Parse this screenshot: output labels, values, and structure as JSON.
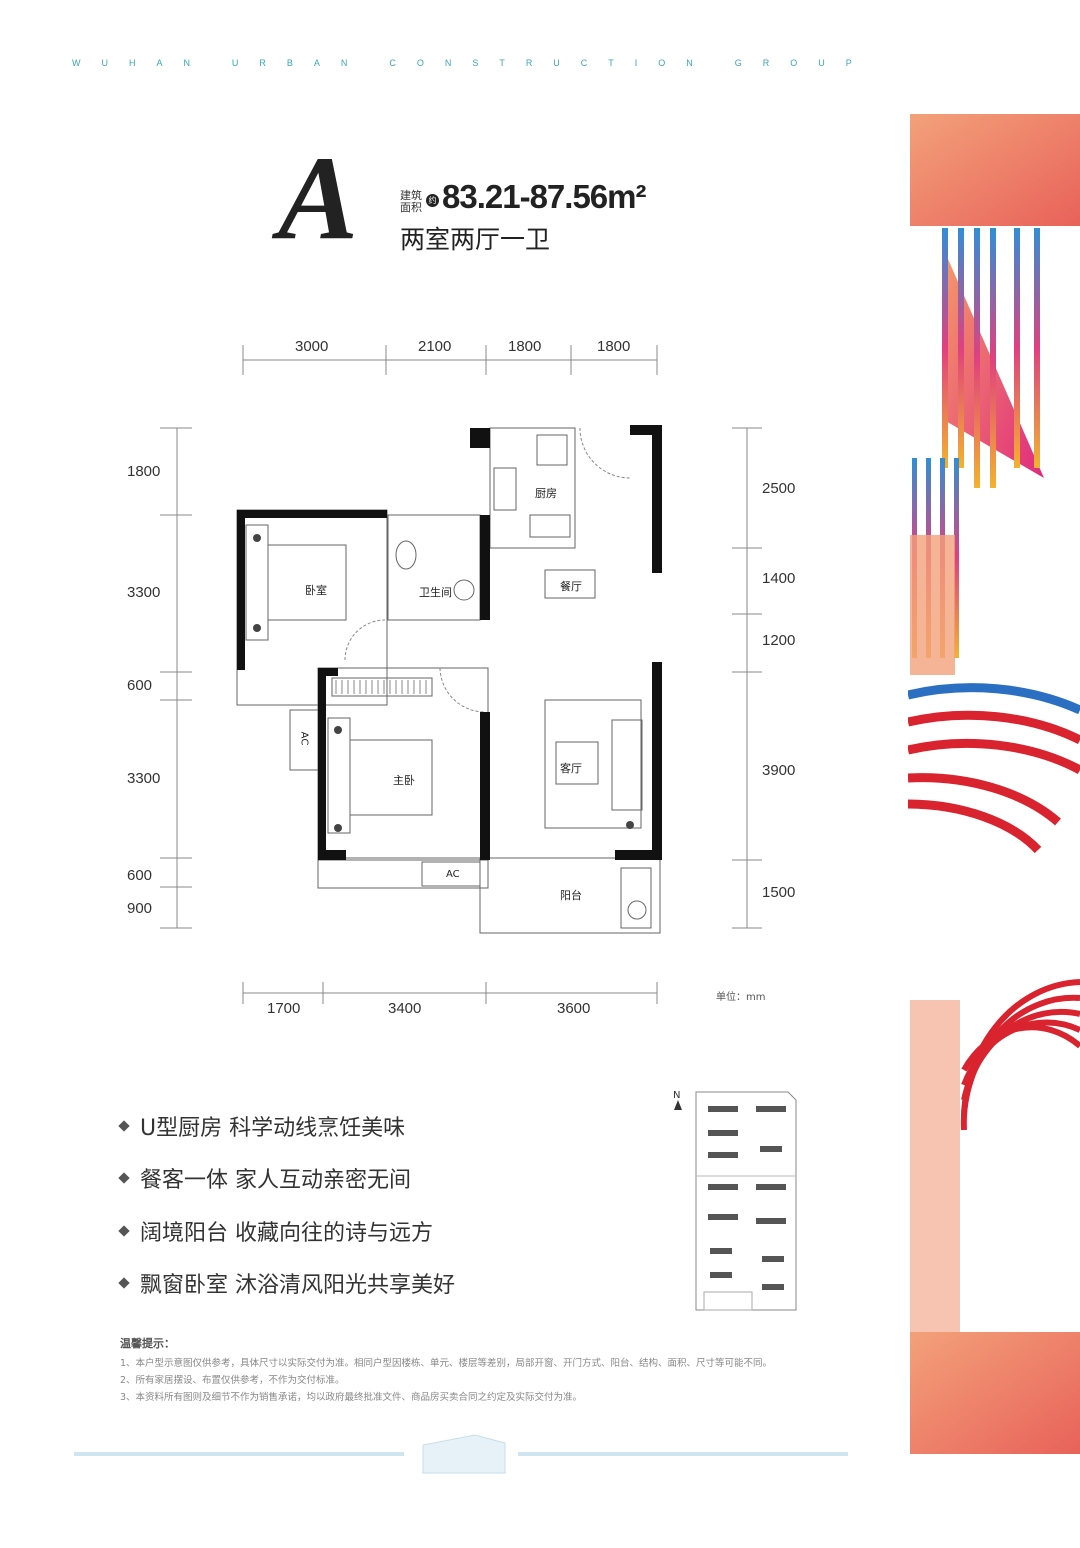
{
  "brand_letters": [
    "W",
    "U",
    "H",
    "A",
    "N",
    " ",
    "U",
    "R",
    "B",
    "A",
    "N",
    " ",
    "C",
    "O",
    "N",
    "S",
    "T",
    "R",
    "U",
    "C",
    "T",
    "I",
    "O",
    "N",
    " ",
    "G",
    "R",
    "O",
    "U",
    "P"
  ],
  "unit_type": "A",
  "area_label": "建筑面积",
  "area_approx": "约",
  "area_value": "83.21-87.56m²",
  "layout_name": "两室两厅一卫",
  "dims_top": [
    "3000",
    "2100",
    "1800",
    "1800"
  ],
  "dims_bottom": [
    "1700",
    "3400",
    "3600"
  ],
  "dims_left": [
    "1800",
    "3300",
    "600",
    "3300",
    "600",
    "900"
  ],
  "dims_right": [
    "2500",
    "1400",
    "1200",
    "3900",
    "1500"
  ],
  "rooms": {
    "kitchen": "厨房",
    "bedroom": "卧室",
    "bathroom": "卫生间",
    "dining": "餐厅",
    "master": "主卧",
    "living": "客厅",
    "balcony": "阳台",
    "ac1": "AC",
    "ac2": "AC"
  },
  "unit_note": "单位：mm",
  "compass": "N",
  "features": [
    "U型厨房  科学动线烹饪美味",
    "餐客一体  家人互动亲密无间",
    "阔境阳台  收藏向往的诗与远方",
    "飘窗卧室  沐浴清风阳光共享美好"
  ],
  "notes_title": "温馨提示：",
  "notes": [
    "1、本户型示意图仅供参考，具体尺寸以实际交付为准。相同户型因楼栋、单元、楼层等差别，局部开窗、开门方式、阳台、结构、面积、尺寸等可能不同。",
    "2、所有家居摆设、布置仅供参考，不作为交付标准。",
    "3、本资料所有图则及细节不作为销售承诺，均以政府最终批准文件、商品房买卖合同之约定及实际交付为准。"
  ],
  "colors": {
    "accent": "#3aa6b5",
    "wall": "#111111",
    "red": "#d9232e",
    "blue": "#2b6fc2"
  }
}
